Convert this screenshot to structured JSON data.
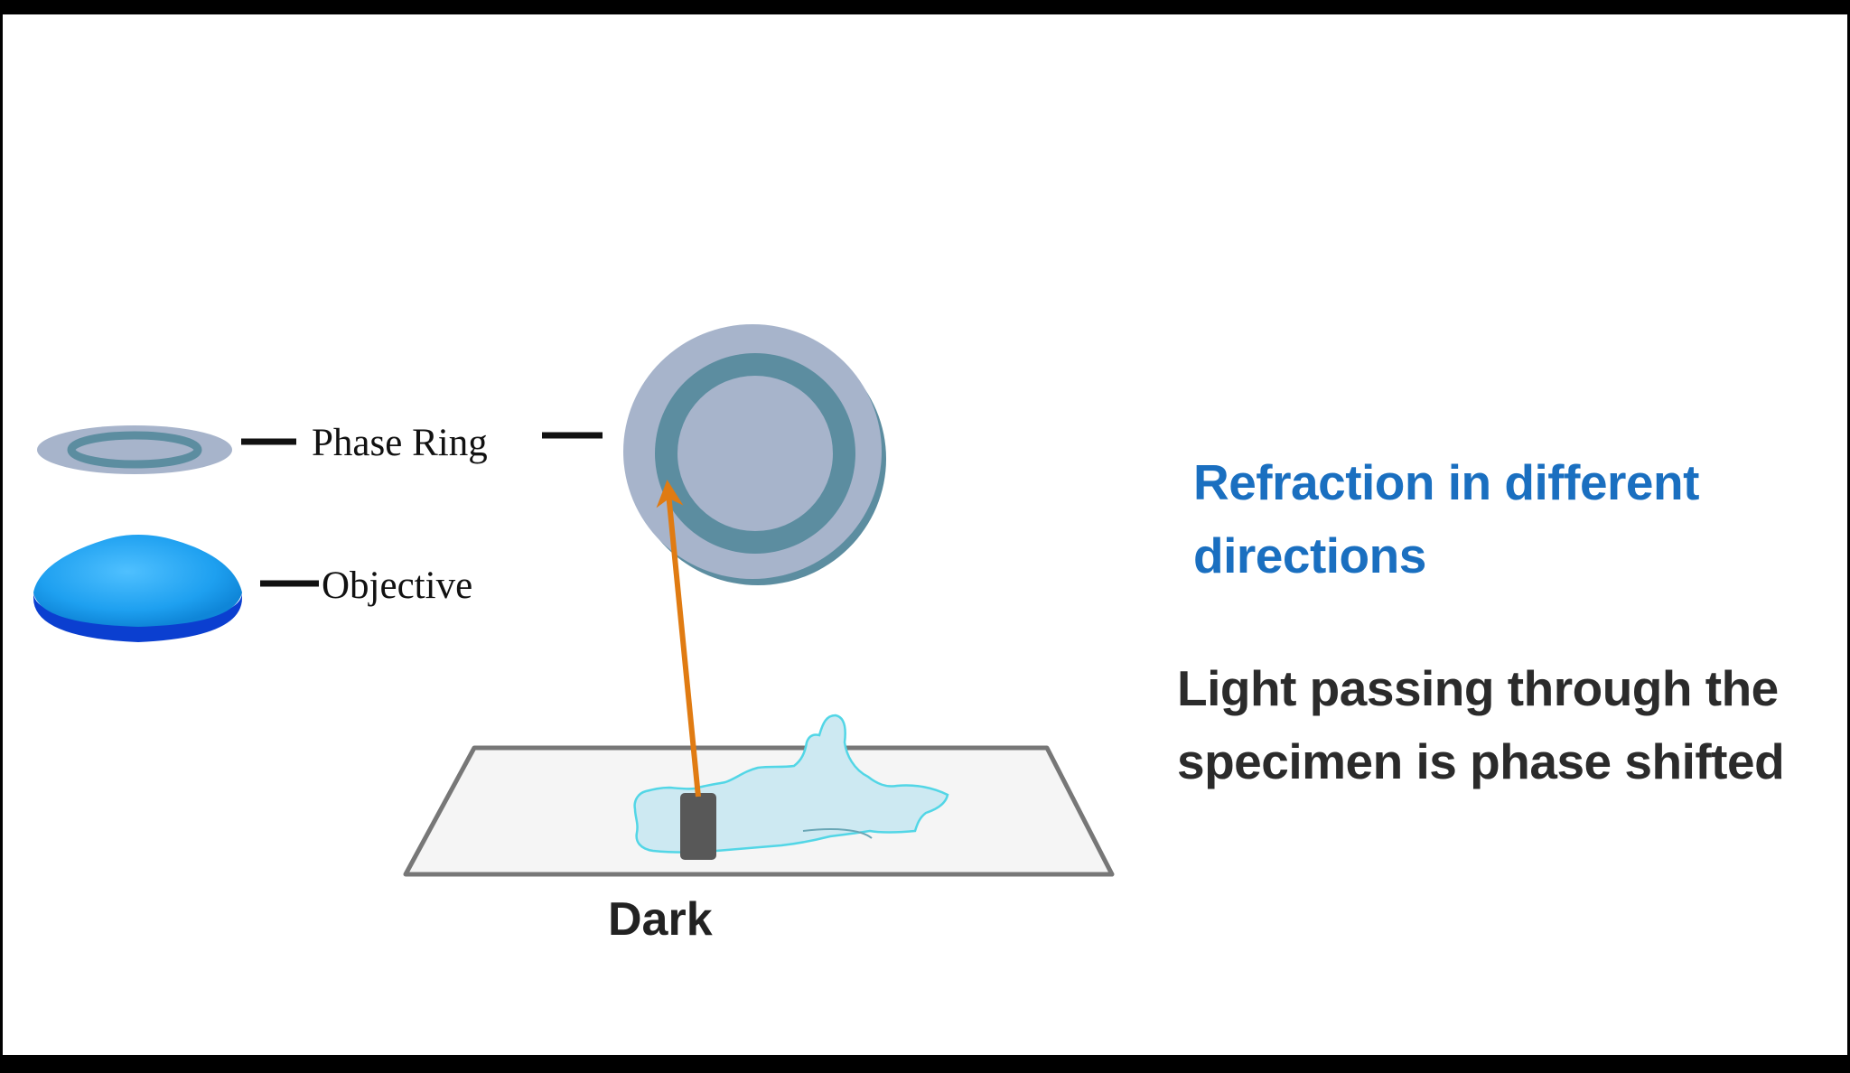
{
  "diagram": {
    "labels": {
      "phase_ring": "Phase Ring",
      "objective": "Objective",
      "dark": "Dark"
    }
  },
  "text": {
    "heading": "Refraction in different directions",
    "body": "Light passing through the specimen is phase shifted"
  },
  "colors": {
    "heading": "#1a6fc0",
    "body": "#2b2b2b",
    "ring_outer": "#a7b4cb",
    "ring_band": "#5c8da0",
    "objective": "#1ea0f0",
    "arrow": "#e07b12",
    "specimen": "#cde9f2"
  },
  "icons": {
    "arrow": "arrow-up",
    "specimen": "specimen-cell",
    "slide": "microscope-slide"
  }
}
